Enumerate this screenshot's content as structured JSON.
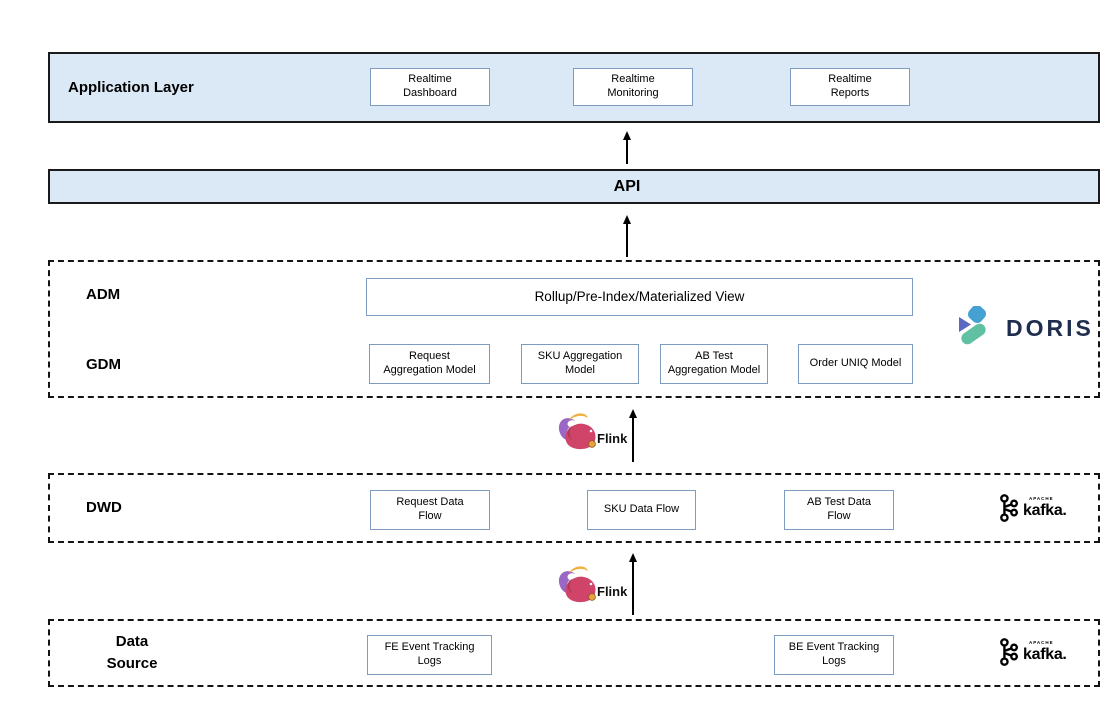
{
  "application": {
    "label": "Application Layer",
    "boxes": [
      {
        "label": "Realtime\nDashboard"
      },
      {
        "label": "Realtime\nMonitoring"
      },
      {
        "label": "Realtime\nReports"
      }
    ]
  },
  "api": {
    "label": "API"
  },
  "adm_gdm": {
    "adm_label": "ADM",
    "gdm_label": "GDM",
    "rollup_label": "Rollup/Pre-Index/Materialized View",
    "gdm_boxes": [
      {
        "label": "Request\nAggregation Model"
      },
      {
        "label": "SKU Aggregation\nModel"
      },
      {
        "label": "AB Test\nAggregation Model"
      },
      {
        "label": "Order UNIQ Model"
      }
    ]
  },
  "dwd": {
    "label": "DWD",
    "boxes": [
      {
        "label": "Request Data\nFlow"
      },
      {
        "label": "SKU Data Flow"
      },
      {
        "label": "AB Test Data\nFlow"
      }
    ]
  },
  "data_source": {
    "label": "Data\nSource",
    "boxes": [
      {
        "label": "FE Event Tracking\nLogs"
      },
      {
        "label": "BE Event Tracking\nLogs"
      }
    ]
  },
  "logos": {
    "flink": "Flink",
    "kafka_apache": "APACHE",
    "kafka": "kafka.",
    "doris": "DORIS"
  },
  "colors": {
    "layer_fill": "#dbe8f5",
    "layer_border": "#1a1a1a",
    "node_border": "#7e9cc0",
    "doris_text": "#1f2d4e",
    "doris_blue": "#45a1d2",
    "doris_purple": "#5b68c0",
    "doris_teal": "#5fc0a2",
    "flink_pink": "#cf4468",
    "flink_purple": "#9a67c5",
    "flink_orange": "#efb143"
  }
}
